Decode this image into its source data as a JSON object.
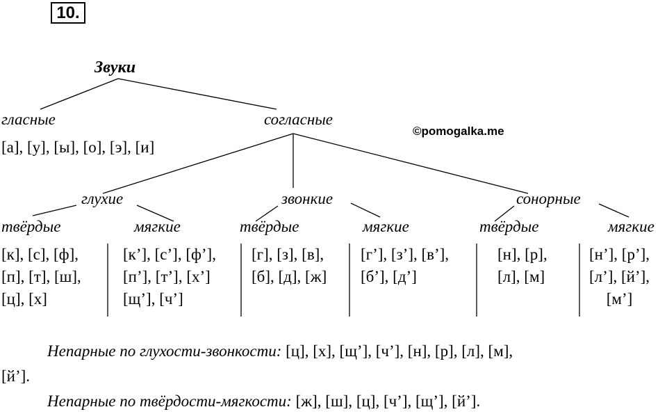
{
  "exercise_number": "10.",
  "root": "Звуки",
  "vowels": {
    "label": "гласные",
    "sounds": "[а], [у], [ы], [о], [э], [и]"
  },
  "consonants": {
    "label": "согласные",
    "watermark": "©pomogalka.me",
    "groups": [
      {
        "label": "глухие",
        "hard": {
          "label": "твёрдые",
          "lines": [
            "[к], [с], [ф],",
            "[п], [т], [ш],",
            "[ц], [х]"
          ]
        },
        "soft": {
          "label": "мягкие",
          "lines": [
            "[к’], [с’], [ф’],",
            "[п’], [т’], [х’]",
            "[щ’], [ч’]"
          ]
        }
      },
      {
        "label": "звонкие",
        "hard": {
          "label": "твёрдые",
          "lines": [
            "[г], [з], [в],",
            "[б], [д], [ж]"
          ]
        },
        "soft": {
          "label": "мягкие",
          "lines": [
            "[г’], [з’], [в’],",
            "[б’], [д’]"
          ]
        }
      },
      {
        "label": "сонорные",
        "hard": {
          "label": "твёрдые",
          "lines": [
            "[н], [р],",
            "[л], [м]"
          ]
        },
        "soft": {
          "label": "мягкие",
          "lines": [
            "[н’], [р’],",
            "[л’], [й’],",
            "[м’]"
          ]
        }
      }
    ]
  },
  "notes": [
    {
      "label": "Непарные по глухости-звонкости:",
      "line1": "[ц], [х], [щ’], [ч’], [н], [р], [л], [м],",
      "line2": "[й’]."
    },
    {
      "label": "Непарные по твёрдости-мягкости:",
      "line1": "[ж], [ш], [ц], [ч’], [щ’], [й’]."
    }
  ]
}
